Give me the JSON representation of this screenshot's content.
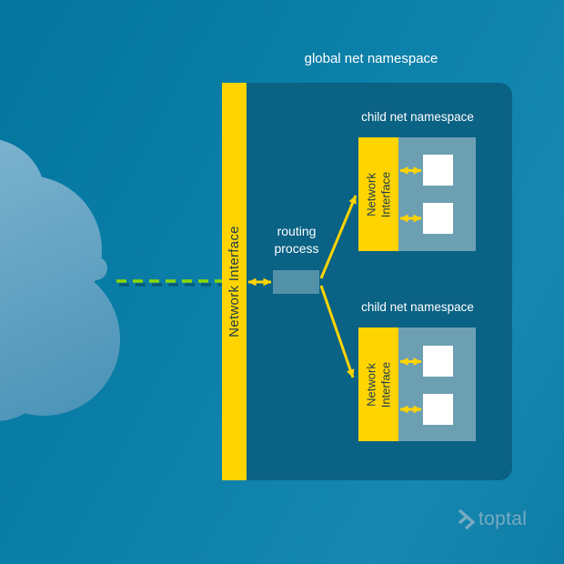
{
  "diagram": {
    "global_label": "global net namespace",
    "host_interface_label": "Network Interface",
    "routing_label": "routing\nprocess",
    "children": [
      {
        "label": "child net namespace",
        "interface_label": "Network\nInterface",
        "process_count": 2
      },
      {
        "label": "child net namespace",
        "interface_label": "Network\nInterface",
        "process_count": 2
      }
    ]
  },
  "branding": {
    "logo_text": "toptal"
  },
  "colors": {
    "background": "#0c80a9",
    "namespace_box": "#0a6285",
    "interface_yellow": "#ffd400",
    "interface_text": "#1c3c4f",
    "child_inner_box": "#6d9fb3",
    "process_square": "#ffffff",
    "arrow_yellow": "#ffd400",
    "uplink_green": "#89d702",
    "cloud_light": "#7cb3ce",
    "cloud_dark": "#4b93b8",
    "label_white": "#ffffff",
    "logo_color": "#78abc2"
  }
}
